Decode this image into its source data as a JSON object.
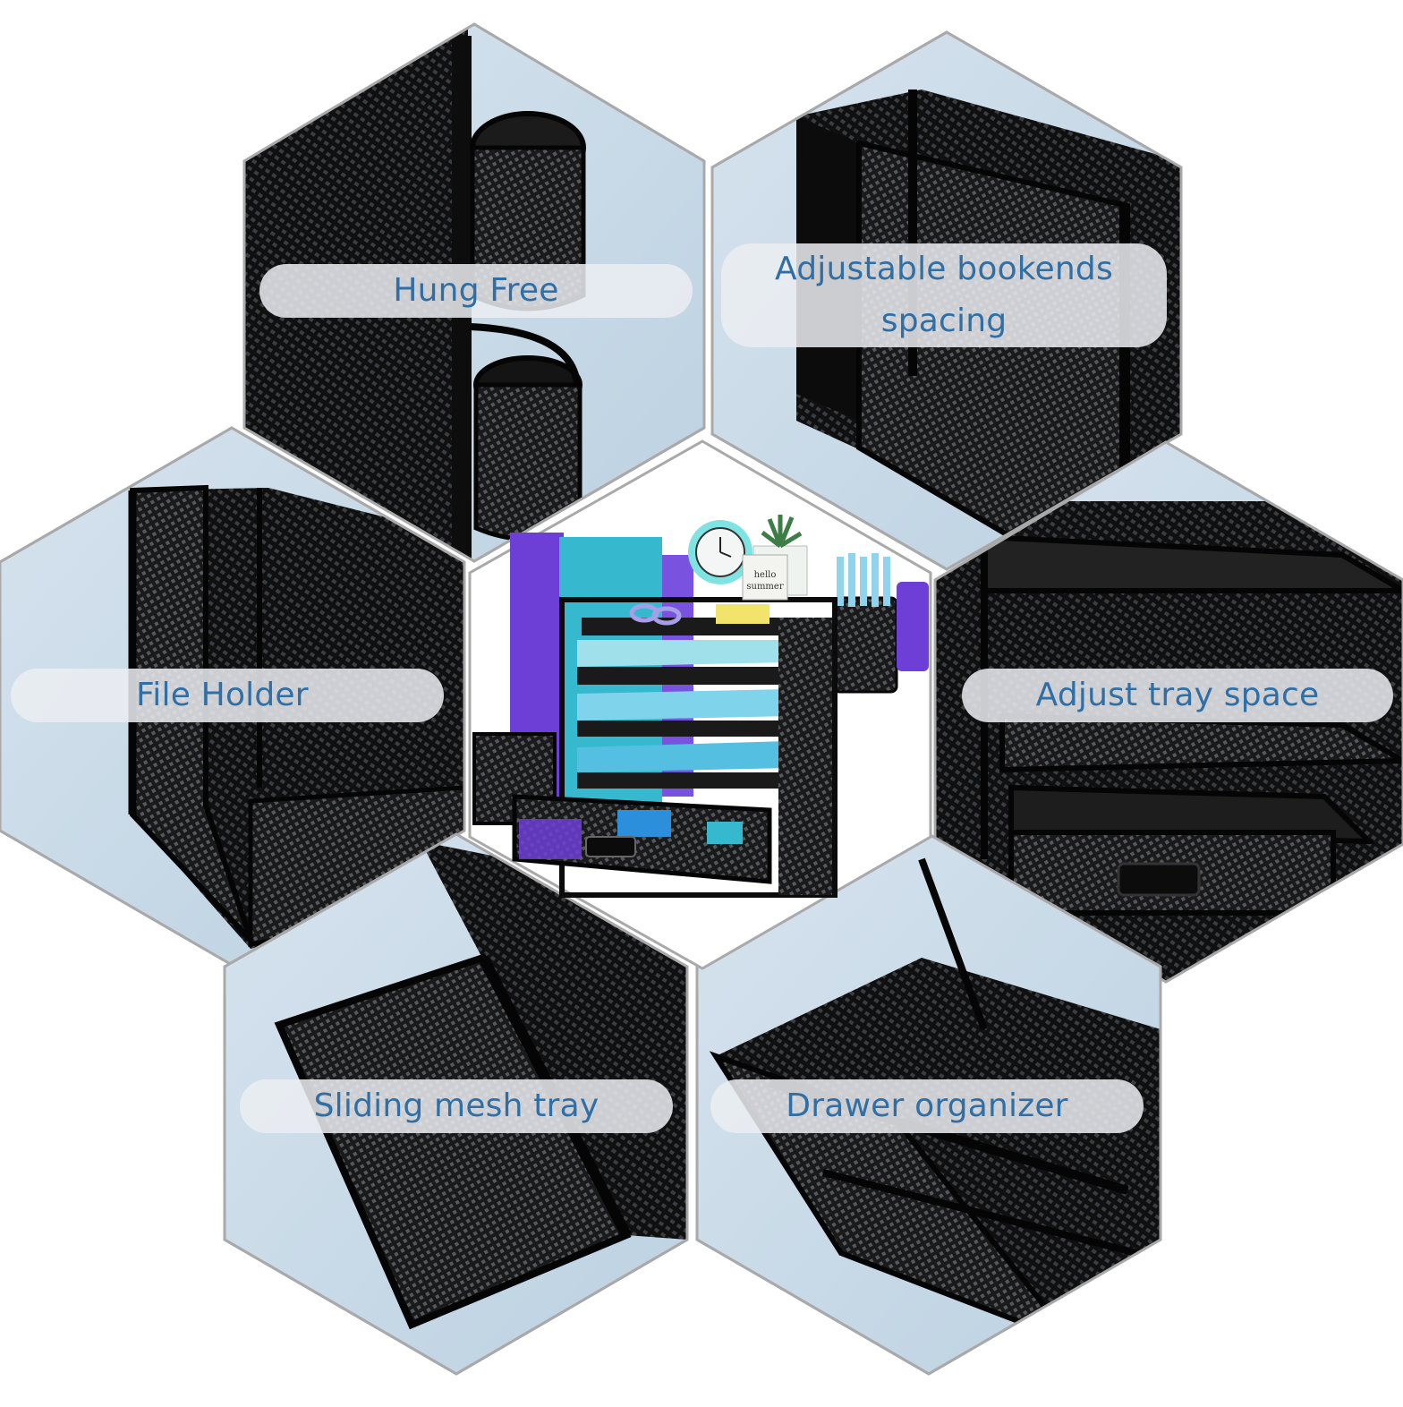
{
  "labels": {
    "hung_free": "Hung Free",
    "bookends_line1": "Adjustable bookends",
    "bookends_line2": "spacing",
    "file_holder": "File Holder",
    "adjust_tray": "Adjust tray space",
    "sliding_tray": "Sliding mesh tray",
    "drawer_organizer": "Drawer organizer"
  },
  "product_photo_text": {
    "card_line1": "hello",
    "card_line2": "summer"
  },
  "colors": {
    "background": "#ffffff",
    "hex_fill": "#c9dbe8",
    "hex_border": "#a9a9a9",
    "mesh": "#141414",
    "label_text": "#2f6fa6",
    "label_bg": "#ebeef2",
    "folder_purple": "#6d3fd6",
    "folder_teal": "#36b8cf",
    "paper_light": "#9fe0ea",
    "paper_mid": "#54bfe0",
    "paper_dark": "#2c8fdb"
  }
}
